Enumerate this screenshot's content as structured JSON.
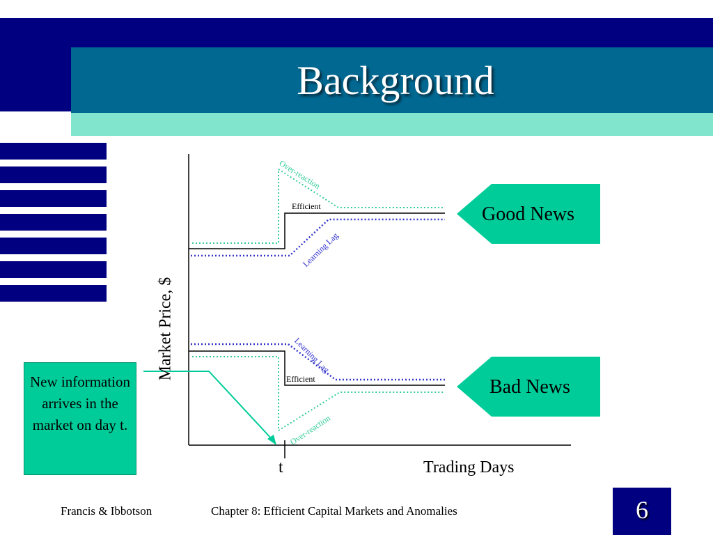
{
  "slide": {
    "title": "Background",
    "page_number": "6"
  },
  "diagram": {
    "y_axis_label": "Market Price, $",
    "x_axis_label": "Trading Days",
    "t_label": "t",
    "good_news": {
      "label": "Good News",
      "overreaction_label": "Over-reaction",
      "efficient_label": "Efficient",
      "learning_lag_label": "Learning Lag"
    },
    "bad_news": {
      "label": "Bad News",
      "overreaction_label": "Over-reaction",
      "efficient_label": "Efficient",
      "learning_lag_label": "Learning Lag"
    },
    "callout_text": "New information arrives in the market on day t."
  },
  "footer": {
    "authors": "Francis & Ibbotson",
    "chapter": "Chapter 8:  Efficient Capital Markets and Anomalies"
  },
  "colors": {
    "navy": "#000080",
    "teal": "#006891",
    "mint": "#80e5cc",
    "green": "#00cc99",
    "overreaction_line": "#33cc99",
    "learning_lag_line": "#3333cc"
  }
}
